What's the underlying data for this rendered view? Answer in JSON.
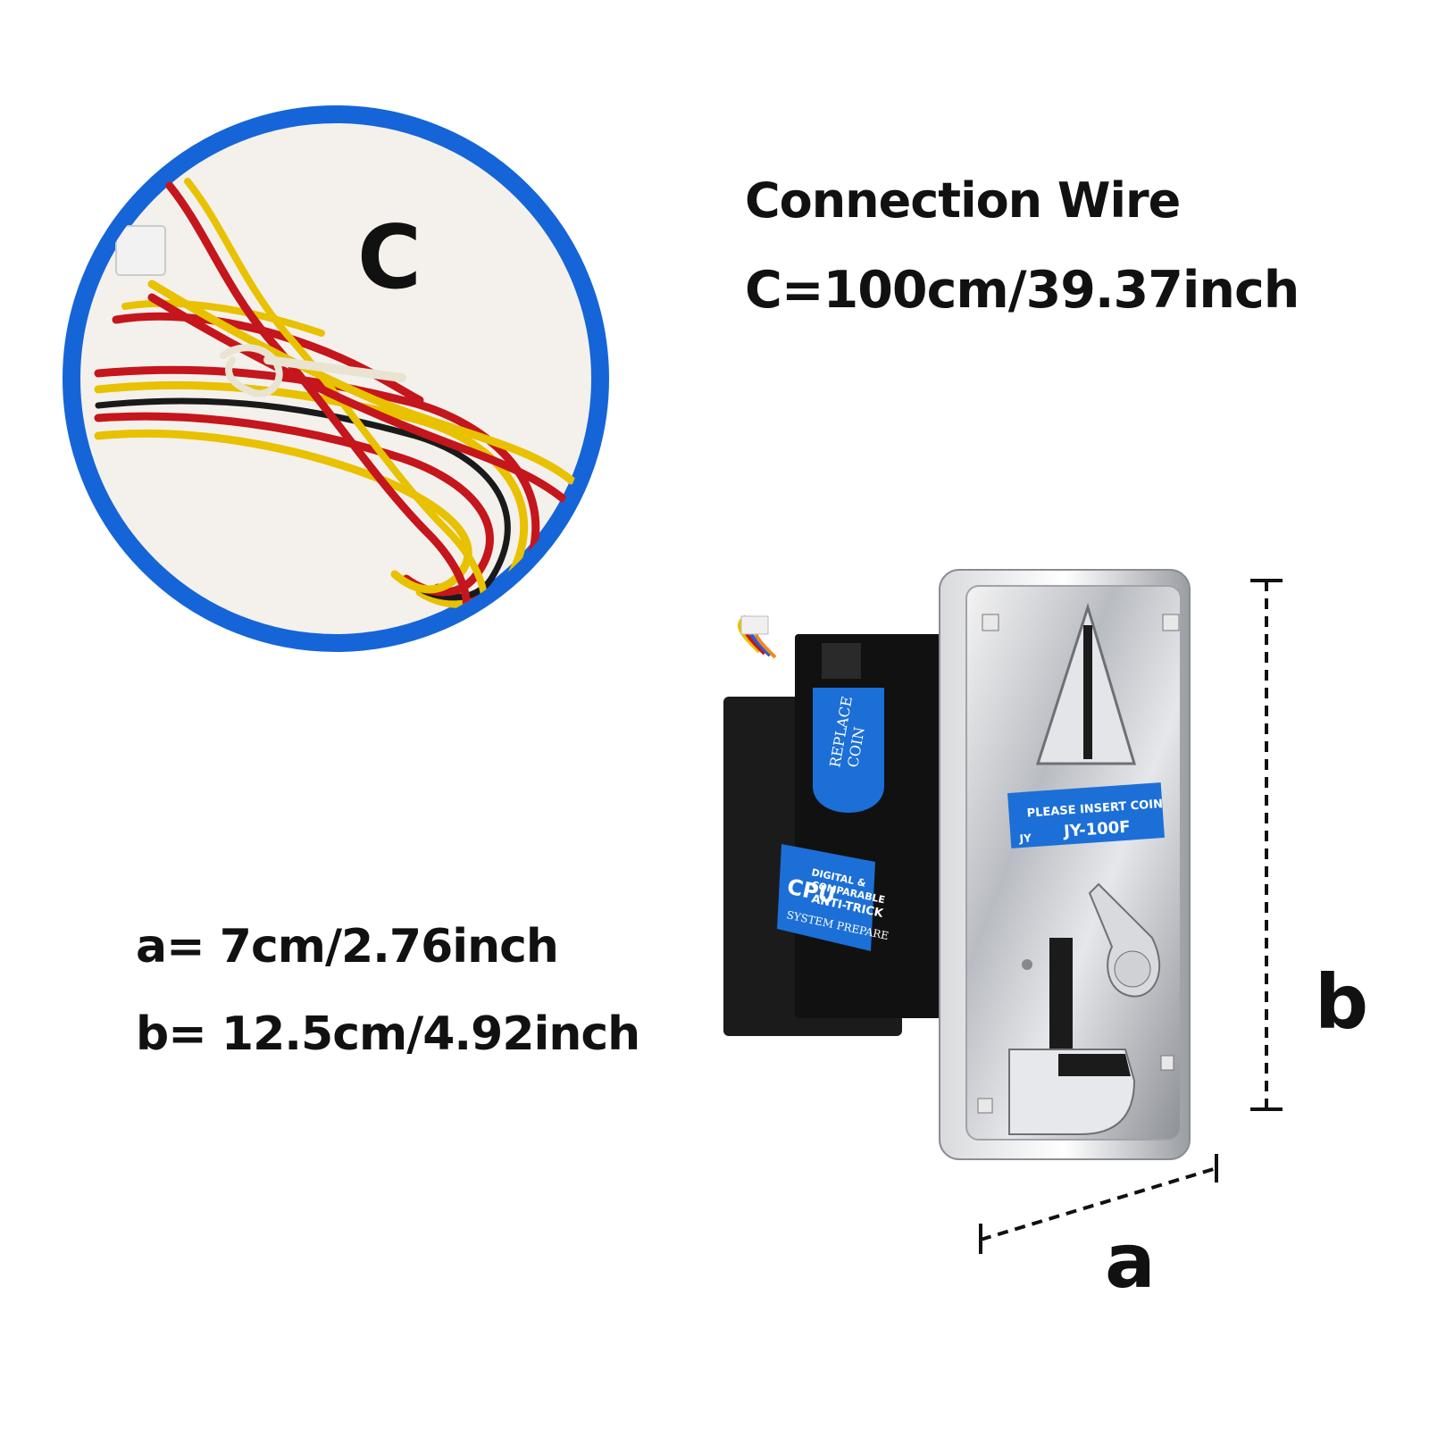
{
  "wire_section": {
    "circle_label": "C",
    "title": "Connection Wire",
    "length": "C=100cm/39.37inch"
  },
  "dimensions": {
    "a_text": "a= 7cm/2.76inch",
    "b_text": "b= 12.5cm/4.92inch",
    "label_a": "a",
    "label_b": "b"
  },
  "product": {
    "plate_top_label": "PLEASE INSERT COIN",
    "model": "JY-100F",
    "brand_mark": "JY",
    "side_label_line1": "REPLACE",
    "side_label_line2": "COIN",
    "cpu_label": "CPU",
    "cpu_line1": "DIGITAL &",
    "cpu_line2": "COMPARABLE",
    "cpu_line3": "ANTI-TRICK",
    "cpu_line4": "SYSTEM PREPARE"
  },
  "colors": {
    "circle_border": "#1565d8",
    "label_blue": "#1c6fd6",
    "wire_red": "#c4161c",
    "wire_yellow": "#e8c100",
    "wire_black": "#1a1a1a"
  }
}
